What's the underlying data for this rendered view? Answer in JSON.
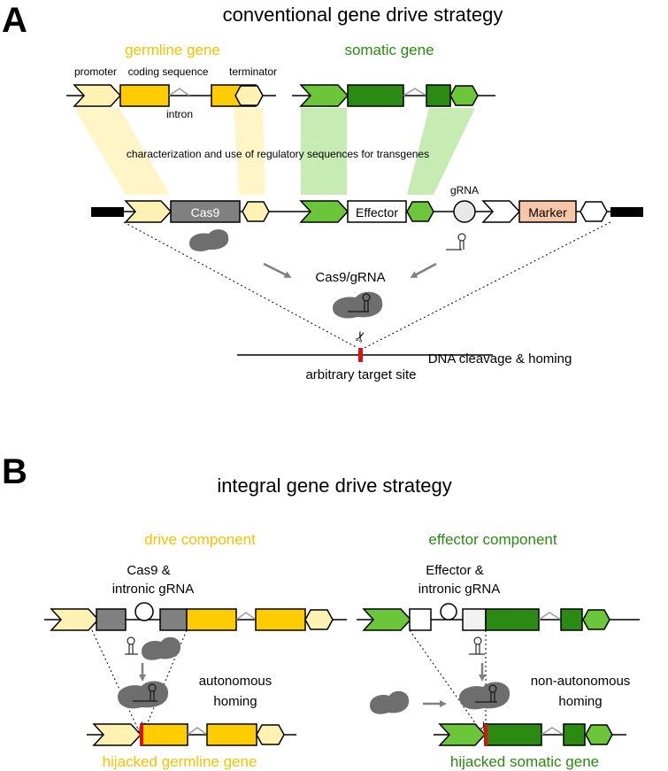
{
  "panel_a": {
    "letter": "A",
    "title": "conventional gene drive strategy",
    "germline_gene": "germline gene",
    "somatic_gene": "somatic gene",
    "promoter": "promoter",
    "coding_sequence": "coding sequence",
    "terminator": "terminator",
    "intron": "intron",
    "characterization": "characterization and use of regulatory sequences for transgenes",
    "cas9": "Cas9",
    "effector": "Effector",
    "grna": "gRNA",
    "marker": "Marker",
    "cas9_grna": "Cas9/gRNA",
    "cleavage": "DNA cleavage & homing",
    "target_site": "arbitrary target site"
  },
  "panel_b": {
    "letter": "B",
    "title": "integral gene drive strategy",
    "drive_component": "drive component",
    "effector_component": "effector component",
    "cas9_line1": "Cas9 &",
    "cas9_line2": "intronic gRNA",
    "effector_line1": "Effector &",
    "effector_line2": "intronic gRNA",
    "autonomous_line1": "autonomous",
    "autonomous_line2": "homing",
    "nonautonomous_line1": "non-autonomous",
    "nonautonomous_line2": "homing",
    "hijacked_germline": "hijacked germline gene",
    "hijacked_somatic": "hijacked somatic gene"
  },
  "colors": {
    "yellow": "#ffcc00",
    "light_yellow": "#fff2b3",
    "dark_green": "#2a8a12",
    "light_green": "#6cc63a",
    "grey": "#808080",
    "salmon": "#f7c6a8",
    "red": "#e01010"
  }
}
